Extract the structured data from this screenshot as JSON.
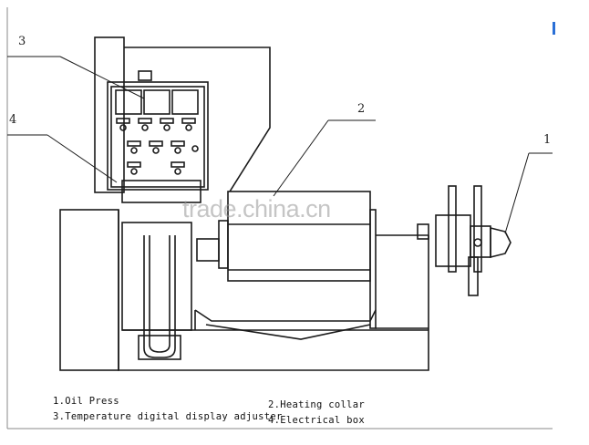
{
  "callouts": {
    "c1": "1",
    "c2": "2",
    "c3": "3",
    "c4": "4"
  },
  "legend": {
    "item1": "1.Oil Press",
    "item2": "2.Heating collar",
    "item3": "3.Temperature digital display adjuster",
    "item4": "4.Electrical box"
  },
  "watermark": "trade.china.cn",
  "colors": {
    "line": "#1a1a1a",
    "accent": "#2a6fd6"
  }
}
